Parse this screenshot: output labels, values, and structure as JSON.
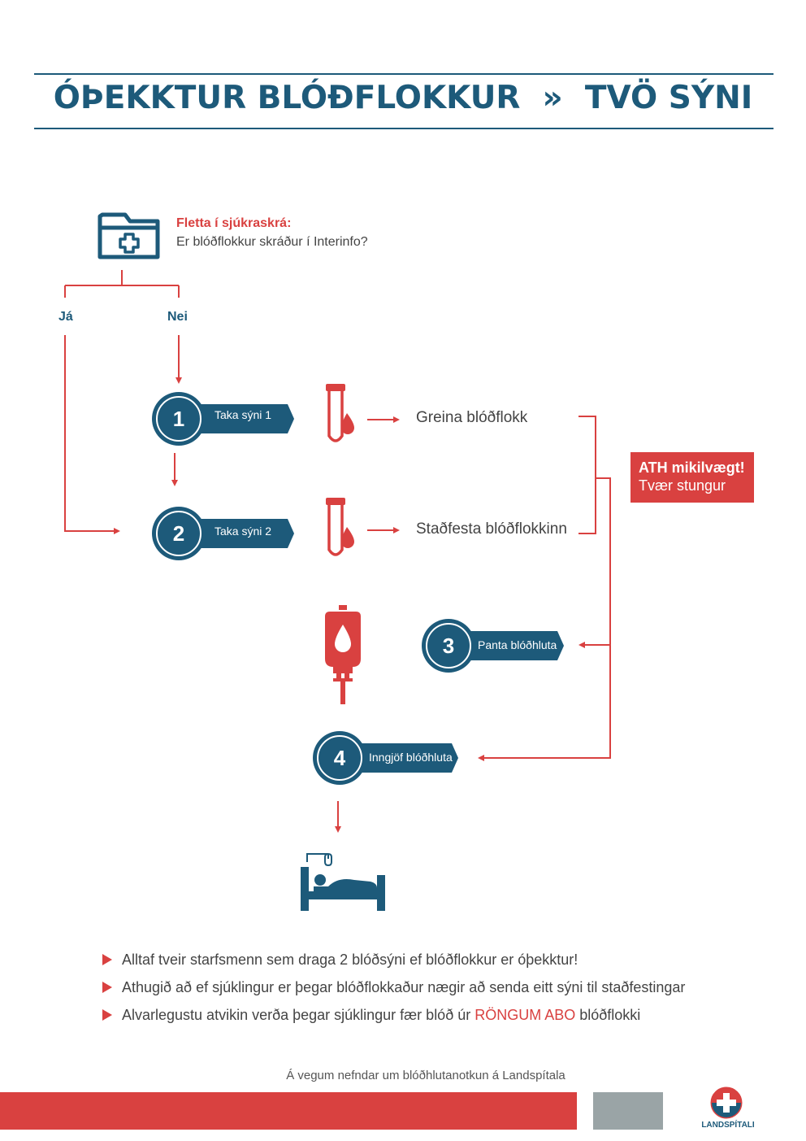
{
  "title": "ÓÞEKKTUR BLÓÐFLOKKUR  »  TVÖ SÝNI",
  "check": {
    "heading": "Fletta í sjúkraskrá:",
    "question": "Er blóðflokkur skráður í Interinfo?"
  },
  "branches": {
    "yes": "Já",
    "no": "Nei"
  },
  "steps": [
    {
      "number": "1",
      "label": "Taka sýni 1"
    },
    {
      "number": "2",
      "label": "Taka sýni 2"
    },
    {
      "number": "3",
      "label": "Panta blóðhluta"
    },
    {
      "number": "4",
      "label": "Inngjöf blóðhluta"
    }
  ],
  "outcomes": {
    "step1": "Greina blóðflokk",
    "step2": "Staðfesta blóðflokkinn"
  },
  "warning": {
    "title": "ATH mikilvægt!",
    "subtitle": "Tvær stungur"
  },
  "bullets": [
    {
      "text": "Alltaf tveir starfsmenn sem draga 2 blóðsýni ef blóðflokkur er óþekktur!"
    },
    {
      "text": "Athugið að ef sjúklingur er þegar blóðflokkaður nægir að senda eitt sýni til staðfestingar"
    },
    {
      "before": "Alvarlegustu atvikin verða þegar sjúklingur fær blóð úr ",
      "highlight": "RÖNGUM ABO",
      "after": " blóðflokki"
    }
  ],
  "footer": {
    "text": "Á vegum nefndar um blóðhlutanotkun á Landspítala",
    "logo_text": "LANDSPÍTALI"
  },
  "colors": {
    "blue": "#1d5a7a",
    "red": "#d94140",
    "grey": "#9aa4a6"
  },
  "icons": [
    "folder-cross-icon",
    "test-tube-icon",
    "blood-bag-icon",
    "hospital-bed-icon",
    "landspitali-logo"
  ]
}
